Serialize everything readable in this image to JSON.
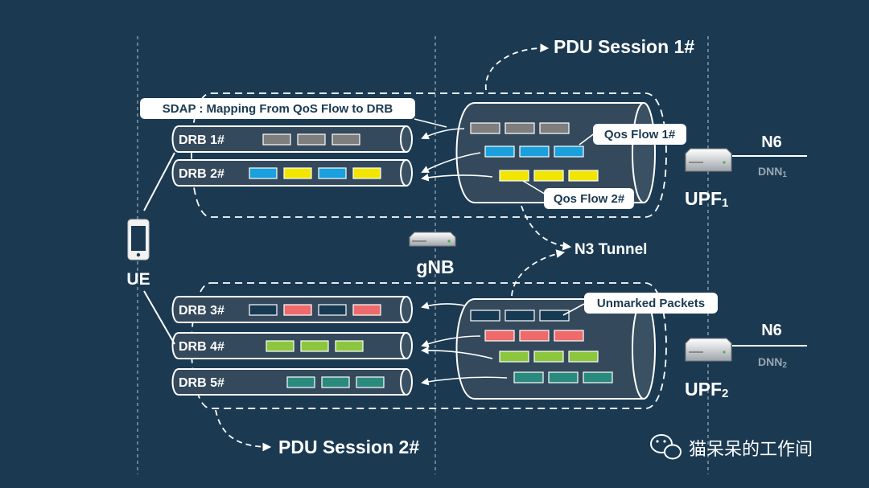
{
  "labels": {
    "pdu_session_1": "PDU Session 1#",
    "pdu_session_2": "PDU Session 2#",
    "sdap": "SDAP : Mapping From QoS Flow to DRB",
    "qos_flow_1": "Qos Flow 1#",
    "qos_flow_2": "Qos Flow 2#",
    "n3_tunnel": "N3 Tunnel",
    "unmarked_packets": "Unmarked Packets",
    "gnb": "gNB",
    "ue": "UE",
    "n6_top": "N6",
    "n6_bottom": "N6",
    "dnn1": "DNN",
    "dnn1_sub": "1",
    "dnn2": "DNN",
    "dnn2_sub": "2",
    "upf1": "UPF",
    "upf1_sub": "1",
    "upf2": "UPF",
    "upf2_sub": "2",
    "watermark": "猫呆呆的工作间"
  },
  "drbs": [
    {
      "label": "DRB 1#",
      "packets": [
        "#7e7e7e",
        "#7e7e7e",
        "#7e7e7e"
      ]
    },
    {
      "label": "DRB 2#",
      "packets": [
        "#1aa0dc",
        "#f2e600",
        "#1aa0dc",
        "#f2e600"
      ]
    },
    {
      "label": "DRB 3#",
      "packets": [
        "#173a52",
        "#ef6a6a",
        "#173a52",
        "#ef6a6a"
      ]
    },
    {
      "label": "DRB 4#",
      "packets": [
        "#8cc63f",
        "#8cc63f",
        "#8cc63f"
      ]
    },
    {
      "label": "DRB 5#",
      "packets": [
        "#2a8a7e",
        "#2a8a7e",
        "#2a8a7e"
      ]
    }
  ],
  "tunnel1_rows": [
    [
      "#7e7e7e",
      "#7e7e7e",
      "#7e7e7e"
    ],
    [
      "#1aa0dc",
      "#1aa0dc",
      "#1aa0dc"
    ],
    [
      "#f2e600",
      "#f2e600",
      "#f2e600"
    ]
  ],
  "tunnel2_rows": [
    [
      "#173a52",
      "#173a52",
      "#173a52"
    ],
    [
      "#ef6a6a",
      "#ef6a6a",
      "#ef6a6a"
    ],
    [
      "#8cc63f",
      "#8cc63f",
      "#8cc63f"
    ],
    [
      "#2a8a7e",
      "#2a8a7e",
      "#2a8a7e"
    ]
  ],
  "colors": {
    "background": "#1b3a52",
    "line": "#ffffff",
    "pipe_fill": "#34495c",
    "dnn_text": "#9aa6b0"
  }
}
